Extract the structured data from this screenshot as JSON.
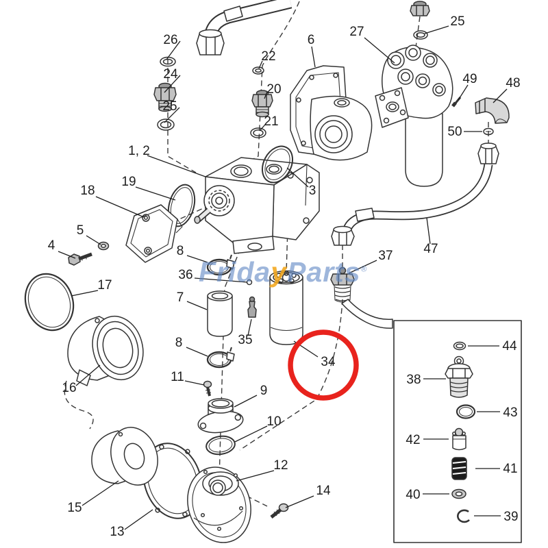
{
  "diagram": {
    "title": "exploded-parts-diagram",
    "highlighted_part": "34",
    "colors": {
      "line": "#333333",
      "background": "#ffffff",
      "highlight_red": "#e8231d",
      "watermark_blue": "#6289c5",
      "watermark_accent": "#f2a61b"
    },
    "watermark": {
      "prefix": "Frida",
      "accent": "y",
      "suffix": "Parts",
      "registered": "®"
    },
    "callouts": [
      {
        "label": "26"
      },
      {
        "label": "24"
      },
      {
        "label": "25"
      },
      {
        "label": "22"
      },
      {
        "label": "20"
      },
      {
        "label": "21"
      },
      {
        "label": "6"
      },
      {
        "label": "27"
      },
      {
        "label": "25"
      },
      {
        "label": "49"
      },
      {
        "label": "48"
      },
      {
        "label": "50"
      },
      {
        "label": "1, 2"
      },
      {
        "label": "3"
      },
      {
        "label": "19"
      },
      {
        "label": "18"
      },
      {
        "label": "5"
      },
      {
        "label": "4"
      },
      {
        "label": "17"
      },
      {
        "label": "16"
      },
      {
        "label": "8"
      },
      {
        "label": "36"
      },
      {
        "label": "7"
      },
      {
        "label": "35"
      },
      {
        "label": "8"
      },
      {
        "label": "11"
      },
      {
        "label": "9"
      },
      {
        "label": "10"
      },
      {
        "label": "12"
      },
      {
        "label": "14"
      },
      {
        "label": "13"
      },
      {
        "label": "15"
      },
      {
        "label": "34"
      },
      {
        "label": "37"
      },
      {
        "label": "47"
      },
      {
        "label": "44"
      },
      {
        "label": "38"
      },
      {
        "label": "43"
      },
      {
        "label": "42"
      },
      {
        "label": "41"
      },
      {
        "label": "40"
      },
      {
        "label": "39"
      }
    ]
  }
}
